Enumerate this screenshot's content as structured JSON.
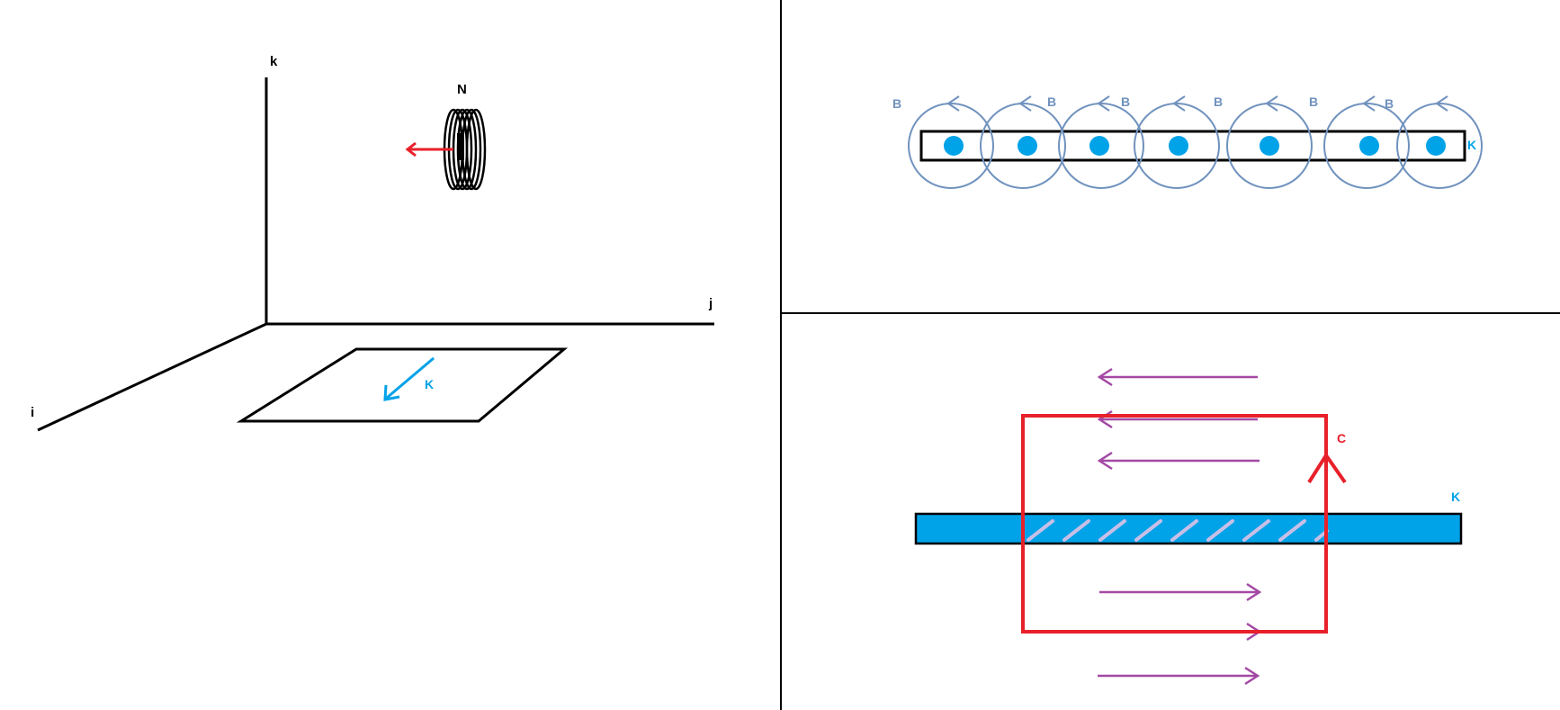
{
  "colors": {
    "black": "#000000",
    "red": "#e8202a",
    "cyan": "#00a2e8",
    "field": "#7092be",
    "purple": "#a349a4",
    "hatch": "#c8bfe7"
  },
  "panel_3d": {
    "axis_k": "k",
    "axis_j": "j",
    "axis_i": "i",
    "coil_label": "N",
    "sheet_label": "K"
  },
  "panel_top_right": {
    "field_labels": [
      "B",
      "B",
      "B",
      "B",
      "B",
      "B"
    ],
    "sheet_label": "K"
  },
  "panel_bottom_right": {
    "loop_label": "C",
    "sheet_label": "K"
  }
}
